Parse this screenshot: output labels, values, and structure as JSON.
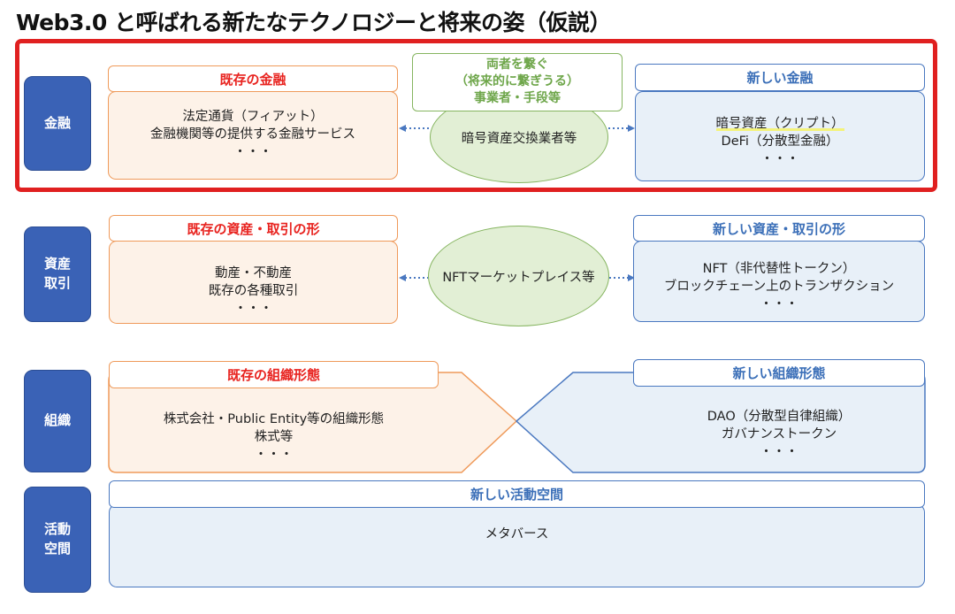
{
  "title": "Web3.0 と呼ばれる新たなテクノロジーと将来の姿（仮説）",
  "rows": {
    "finance": {
      "category": "金融",
      "old_label": "既存の金融",
      "old_lines": [
        "法定通貨（フィアット）",
        "金融機関等の提供する金融サービス",
        "・・・"
      ],
      "bridge_label_lines": [
        "両者を繋ぐ",
        "（将来的に繋ぎうる）",
        "事業者・手段等"
      ],
      "bridge_oval": "暗号資産交換業者等",
      "new_label": "新しい金融",
      "new_line_highlighted": "暗号資産（クリプト）",
      "new_lines": [
        "DeFi（分散型金融）",
        "・・・"
      ]
    },
    "assets": {
      "category": "資産\n取引",
      "old_label": "既存の資産・取引の形",
      "old_lines": [
        "動産・不動産",
        "既存の各種取引",
        "・・・"
      ],
      "bridge_oval": "NFTマーケットプレイス等",
      "new_label": "新しい資産・取引の形",
      "new_lines": [
        "NFT（非代替性トークン）",
        "ブロックチェーン上のトランザクション",
        "・・・"
      ]
    },
    "organization": {
      "category": "組織",
      "old_label": "既存の組織形態",
      "old_lines": [
        "株式会社・Public Entity等の組織形態",
        "株式等",
        "・・・"
      ],
      "new_label": "新しい組織形態",
      "new_lines": [
        "DAO（分散型自律組織）",
        "ガバナンストークン",
        "・・・"
      ]
    },
    "activity": {
      "category": "活動\n空間",
      "new_label": "新しい活動空間",
      "new_lines": [
        "メタバース"
      ]
    }
  },
  "colors": {
    "category_fill": "#3a62b6",
    "old_border": "#ef9a5a",
    "old_label_text": "#e8231f",
    "new_border": "#4a78c0",
    "new_label_text": "#3b6fb8",
    "bridge_fill": "#e2efd5",
    "bridge_text": "#6ea64a",
    "focus_frame": "#e02020",
    "text_highlight": "#f4f37a"
  }
}
